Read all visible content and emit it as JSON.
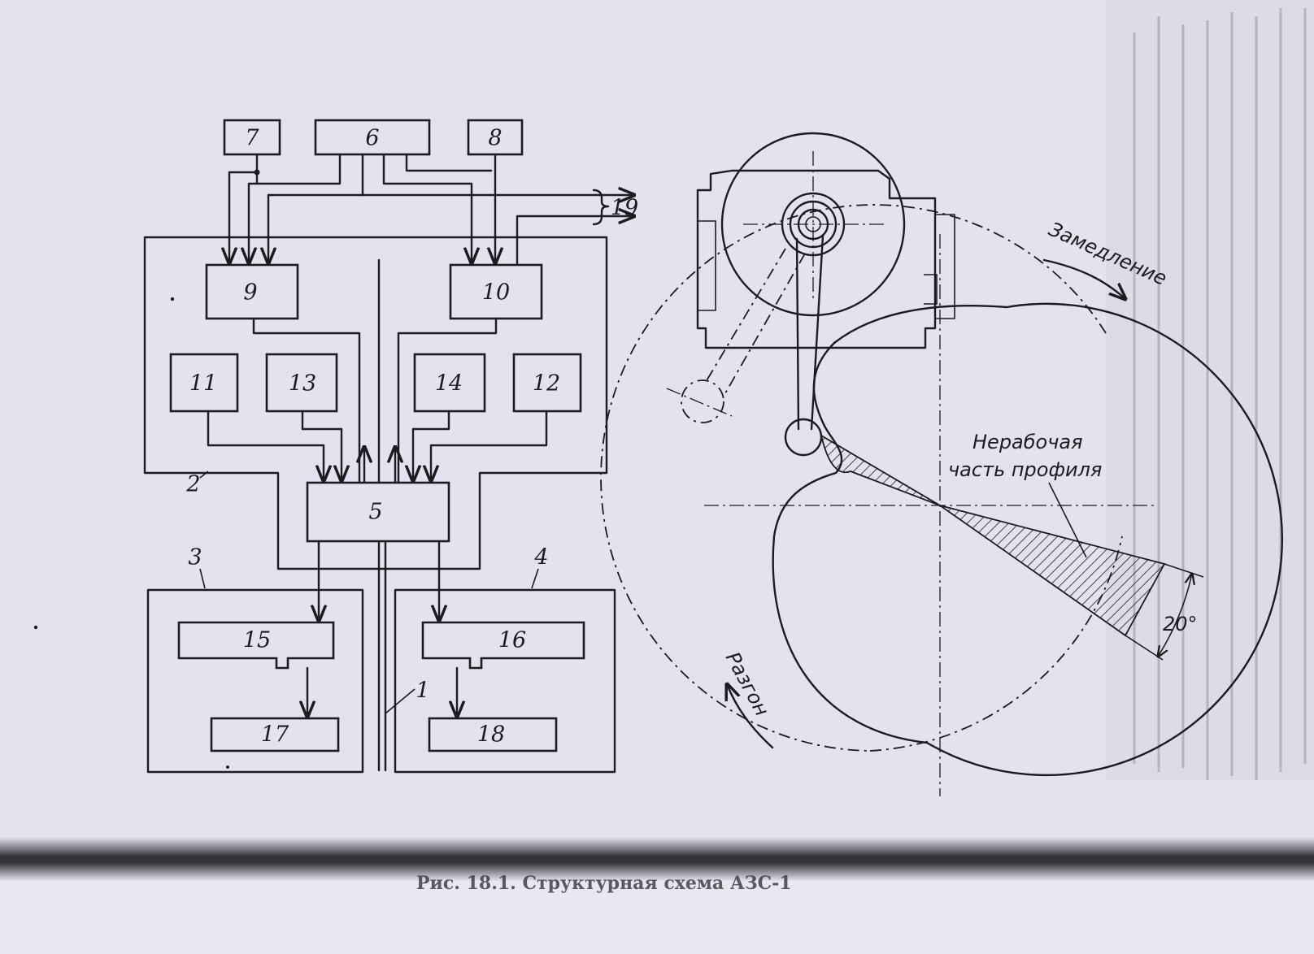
{
  "block_diagram": {
    "blocks": {
      "b1": "1",
      "b2": "2",
      "b3": "3",
      "b4": "4",
      "b5": "5",
      "b6": "6",
      "b7": "7",
      "b8": "8",
      "b9": "9",
      "b10": "10",
      "b11": "11",
      "b12": "12",
      "b13": "13",
      "b14": "14",
      "b15": "15",
      "b16": "16",
      "b17": "17",
      "b18": "18",
      "b19": "19"
    }
  },
  "cam_diagram": {
    "label_decel": "Замедление",
    "label_accel": "Разгон",
    "label_nonwork_line1": "Нерабочая",
    "label_nonwork_line2": "часть профиля",
    "angle_label": "20°"
  },
  "caption": "Рис. 18.1. Структурная схема АЗС-1"
}
